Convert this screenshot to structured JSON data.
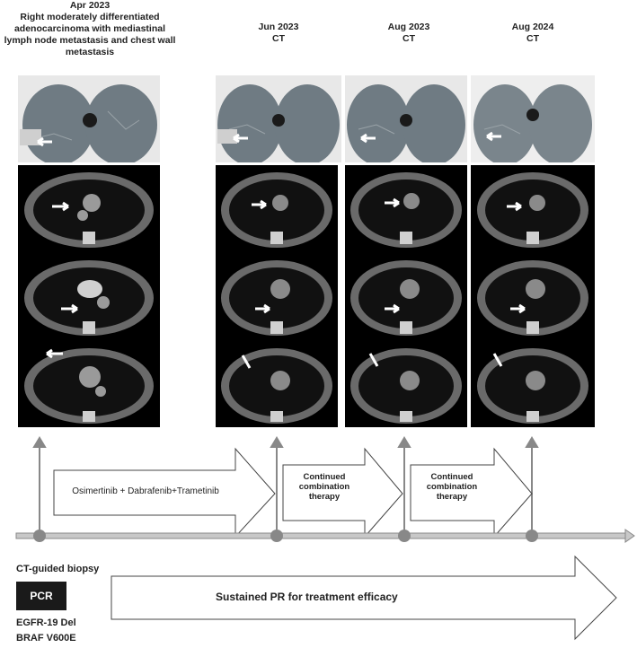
{
  "header": {
    "baseline": {
      "date": "Apr 2023",
      "description_lines": [
        "Right moderately differentiated",
        "adenocarcinoma with mediastinal",
        "lymph node metastasis and chest wall",
        "metastasis"
      ]
    },
    "timepoints": [
      {
        "date": "Jun 2023",
        "modality": "CT"
      },
      {
        "date": "Aug 2023",
        "modality": "CT"
      },
      {
        "date": "Aug 2024",
        "modality": "CT"
      }
    ]
  },
  "therapy": {
    "phase1": "Osimertinib + Dabrafenib+Trametinib",
    "phase2": [
      "Continued",
      "combination",
      "therapy"
    ],
    "phase3": [
      "Continued",
      "combination",
      "therapy"
    ]
  },
  "biopsy": {
    "method": "CT-guided biopsy",
    "test": "PCR",
    "mutations": [
      "EGFR-19 Del",
      "BRAF V600E"
    ]
  },
  "outcome": {
    "label": "Sustained PR for treatment efficacy"
  },
  "colors": {
    "timeline": "#b0b0b0",
    "marker": "#888888",
    "ct_background": "#000000",
    "lung_window": "#d9d9d9",
    "pcr_box": "#1a1a1a"
  }
}
